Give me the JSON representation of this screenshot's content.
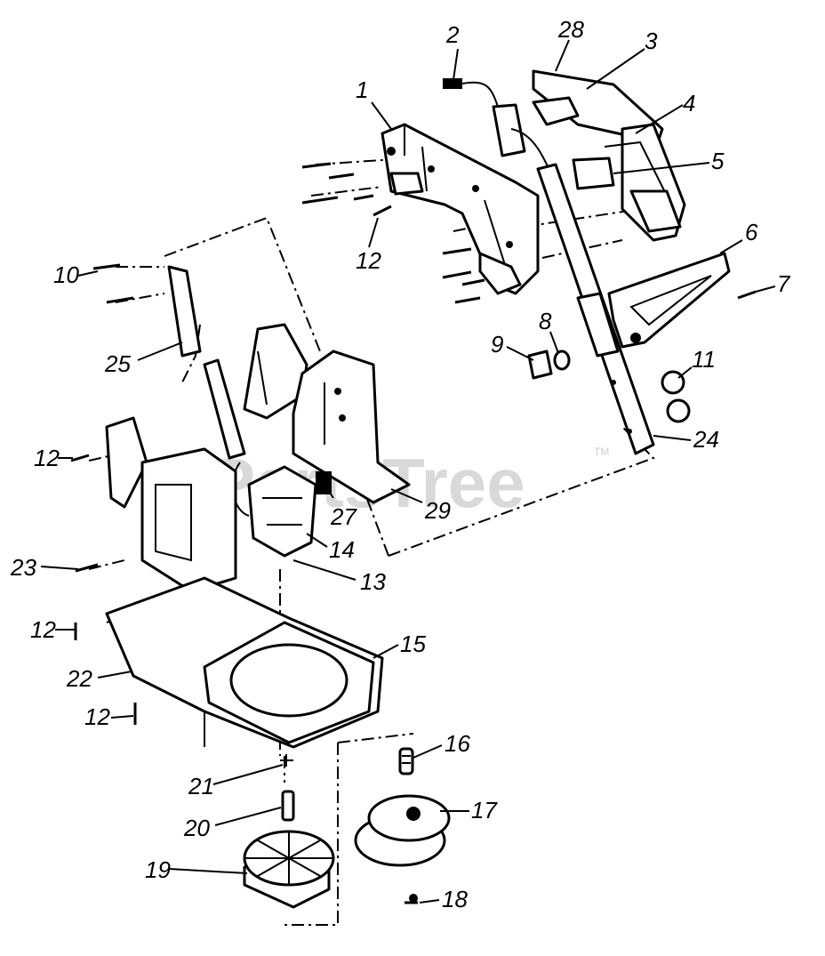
{
  "watermark": {
    "text": "PartsTree",
    "tm": "TM"
  },
  "labels": [
    {
      "id": "l1",
      "text": "1"
    },
    {
      "id": "l2",
      "text": "2"
    },
    {
      "id": "l28",
      "text": "28"
    },
    {
      "id": "l3",
      "text": "3"
    },
    {
      "id": "l4",
      "text": "4"
    },
    {
      "id": "l5",
      "text": "5"
    },
    {
      "id": "l6",
      "text": "6"
    },
    {
      "id": "l7",
      "text": "7"
    },
    {
      "id": "l8",
      "text": "8"
    },
    {
      "id": "l9",
      "text": "9"
    },
    {
      "id": "l11",
      "text": "11"
    },
    {
      "id": "l24",
      "text": "24"
    },
    {
      "id": "l10",
      "text": "10"
    },
    {
      "id": "l12a",
      "text": "12"
    },
    {
      "id": "l25",
      "text": "25"
    },
    {
      "id": "l12b",
      "text": "12"
    },
    {
      "id": "l27",
      "text": "27"
    },
    {
      "id": "l29",
      "text": "29"
    },
    {
      "id": "l14",
      "text": "14"
    },
    {
      "id": "l23",
      "text": "23"
    },
    {
      "id": "l13",
      "text": "13"
    },
    {
      "id": "l12c",
      "text": "12"
    },
    {
      "id": "l15",
      "text": "15"
    },
    {
      "id": "l22",
      "text": "22"
    },
    {
      "id": "l12d",
      "text": "12"
    },
    {
      "id": "l16",
      "text": "16"
    },
    {
      "id": "l21",
      "text": "21"
    },
    {
      "id": "l17",
      "text": "17"
    },
    {
      "id": "l20",
      "text": "20"
    },
    {
      "id": "l19",
      "text": "19"
    },
    {
      "id": "l18",
      "text": "18"
    }
  ]
}
